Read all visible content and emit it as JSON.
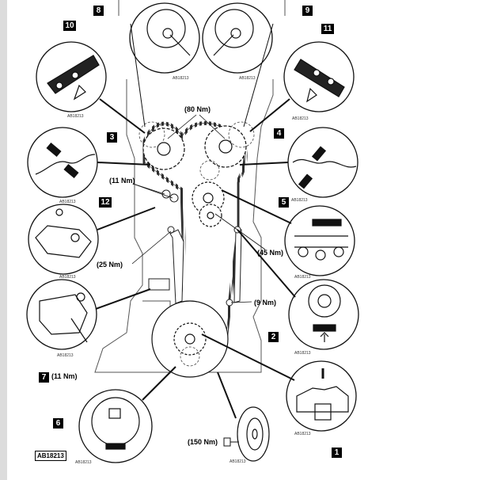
{
  "callouts": [
    {
      "id": "c8",
      "number": "8"
    },
    {
      "id": "c9",
      "number": "9"
    },
    {
      "id": "c10",
      "number": "10"
    },
    {
      "id": "c11",
      "number": "11"
    },
    {
      "id": "c3",
      "number": "3"
    },
    {
      "id": "c4",
      "number": "4"
    },
    {
      "id": "c12",
      "number": "12"
    },
    {
      "id": "c5",
      "number": "5"
    },
    {
      "id": "c2",
      "number": "2"
    },
    {
      "id": "c7",
      "number": "7"
    },
    {
      "id": "c6",
      "number": "6"
    },
    {
      "id": "c1",
      "number": "1"
    }
  ],
  "torques": {
    "t80": "(80 Nm)",
    "t11a": "(11 Nm)",
    "t45": "(45 Nm)",
    "t25": "(25 Nm)",
    "t9": "(9 Nm)",
    "t11b": "(11 Nm)",
    "t150": "(150 Nm)"
  },
  "ref_code": "AB18213",
  "small_code": "AB18213"
}
